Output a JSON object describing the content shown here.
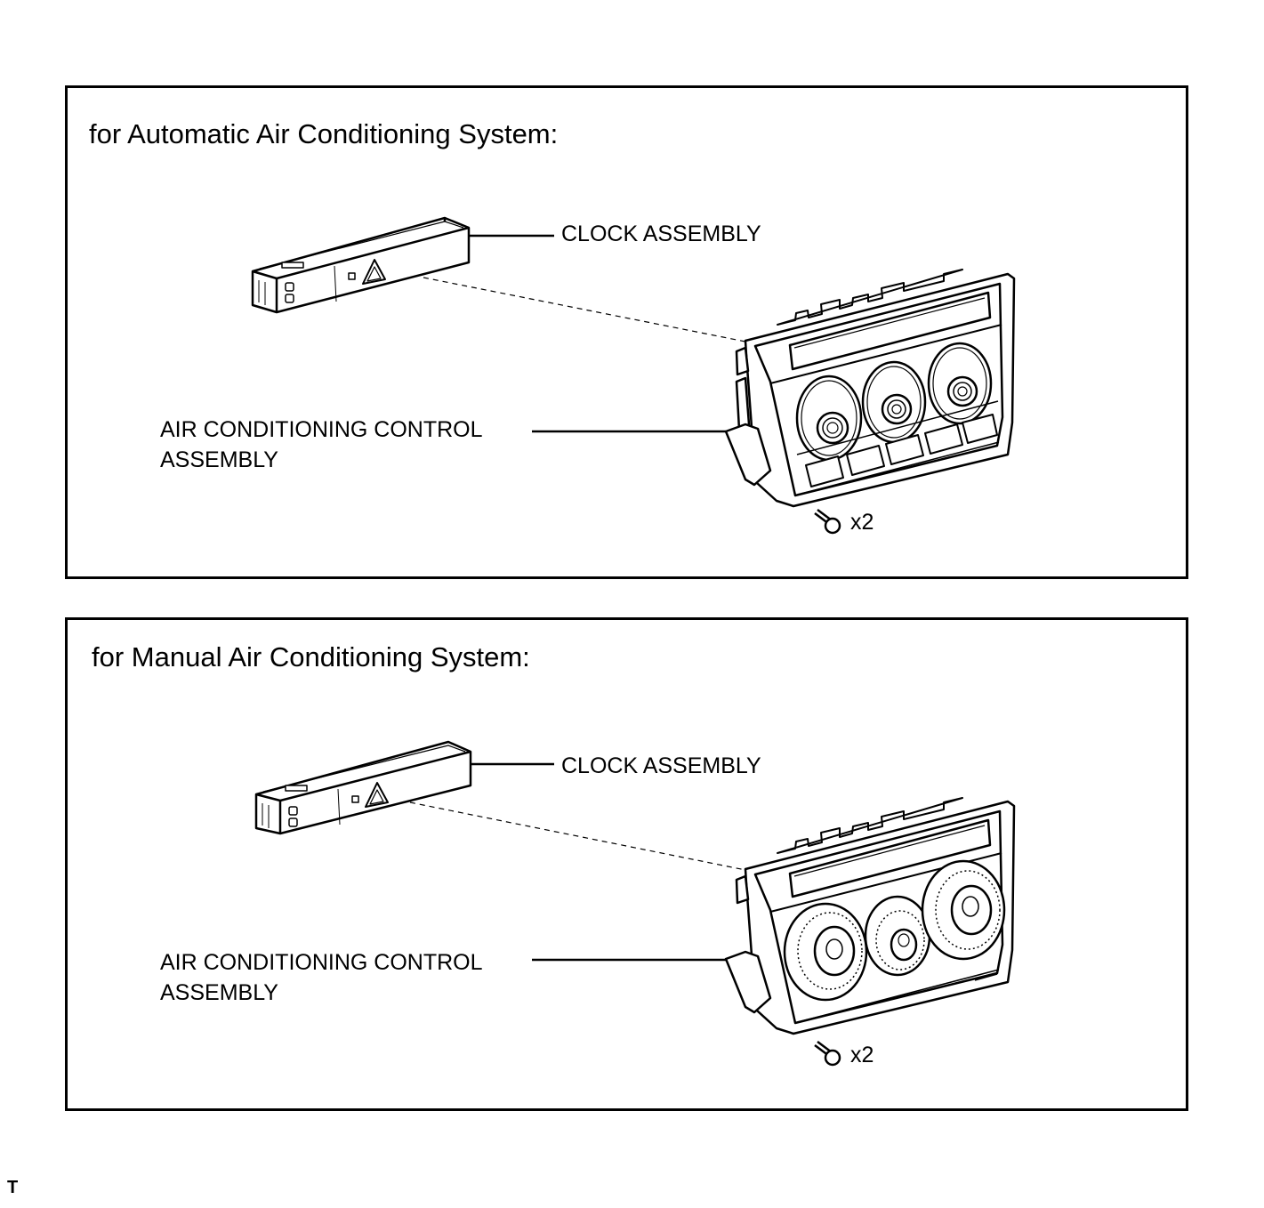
{
  "panels": [
    {
      "title": "for Automatic Air Conditioning System:",
      "clock_label": "CLOCK ASSEMBLY",
      "ac_label_line1": "AIR CONDITIONING CONTROL",
      "ac_label_line2": "ASSEMBLY",
      "screw_qty": "x2",
      "knob_style": "automatic",
      "icons": [
        "clock-assembly-illustration",
        "ac-control-panel-illustration",
        "screw-icon"
      ]
    },
    {
      "title": "for Manual Air Conditioning System:",
      "clock_label": "CLOCK ASSEMBLY",
      "ac_label_line1": "AIR CONDITIONING CONTROL",
      "ac_label_line2": "ASSEMBLY",
      "screw_qty": "x2",
      "knob_style": "manual",
      "icons": [
        "clock-assembly-illustration",
        "ac-control-panel-illustration",
        "screw-icon"
      ]
    }
  ],
  "footer": {
    "mark": "T"
  },
  "colors": {
    "line": "#000000",
    "background": "#ffffff"
  }
}
